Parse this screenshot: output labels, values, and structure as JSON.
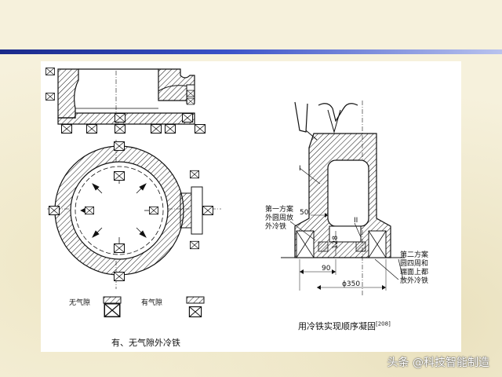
{
  "captions": {
    "left": "有、无气隙外冷铁",
    "right": "用冷铁实现顺序凝固",
    "right_ref": "[208]"
  },
  "legend": {
    "no_gap": "无气隙",
    "with_gap": "有气隙"
  },
  "labels": {
    "scheme1": [
      "第一方案",
      "外圆周放",
      "外冷铁"
    ],
    "scheme2": [
      "第二方案",
      "圆四周和",
      "端面上都",
      "放外冷铁"
    ],
    "roman1": "I",
    "roman2": "II",
    "dim_50": "50",
    "dim_128": "128",
    "dim_90": "90",
    "dim_350": "ϕ350"
  },
  "watermark": "头条 @科技智能制造",
  "colors": {
    "bar": "#1a2a8a",
    "background": "#f6f1dc"
  }
}
